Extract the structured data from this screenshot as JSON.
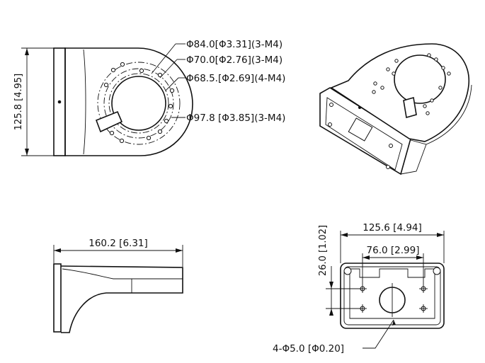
{
  "labels": {
    "d84": "Φ84.0[Φ3.31](3-M4)",
    "d70": "Φ70.0[Φ2.76](3-M4)",
    "d68": "Φ68.5.[Φ2.69](4-M4)",
    "d97": "Φ97.8 [Φ3.85](3-M4)",
    "height_top": "125.8 [4.95]",
    "width_side": "160.2 [6.31]",
    "width_back": "125.6 [4.94]",
    "hole_spacing": "76.0 [2.99]",
    "height_back": "26.0 [1.02]",
    "holes_back": "4-Φ5.0 [Φ0.20]"
  }
}
